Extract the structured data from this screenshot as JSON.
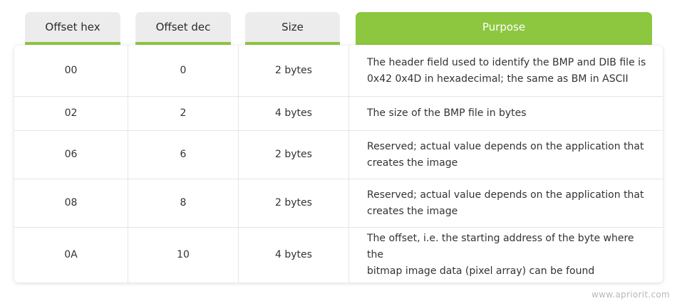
{
  "table": {
    "headers": [
      "Offset hex",
      "Offset dec",
      "Size",
      "Purpose"
    ],
    "rows": [
      {
        "hex": "00",
        "dec": "0",
        "size": "2 bytes",
        "purpose": [
          "The header field used to identify the BMP and DIB file is",
          "0x42 0x4D in hexadecimal; the same as BM in ASCII"
        ]
      },
      {
        "hex": "02",
        "dec": "2",
        "size": "4 bytes",
        "purpose": [
          "The size of the BMP file in bytes"
        ]
      },
      {
        "hex": "06",
        "dec": "6",
        "size": "2 bytes",
        "purpose": [
          "Reserved; actual value depends on the application that",
          "creates the image"
        ]
      },
      {
        "hex": "08",
        "dec": "8",
        "size": "2 bytes",
        "purpose": [
          "Reserved; actual value depends on the application that",
          "creates the image"
        ]
      },
      {
        "hex": "0A",
        "dec": "10",
        "size": "4 bytes",
        "purpose": [
          "The offset, i.e. the starting address of the byte where the",
          "bitmap image data (pixel array) can be found"
        ]
      }
    ]
  },
  "watermark": "www.apriorit.com",
  "colors": {
    "accent": "#8dc63f",
    "header_bg": "#ececec",
    "text": "#333333"
  }
}
